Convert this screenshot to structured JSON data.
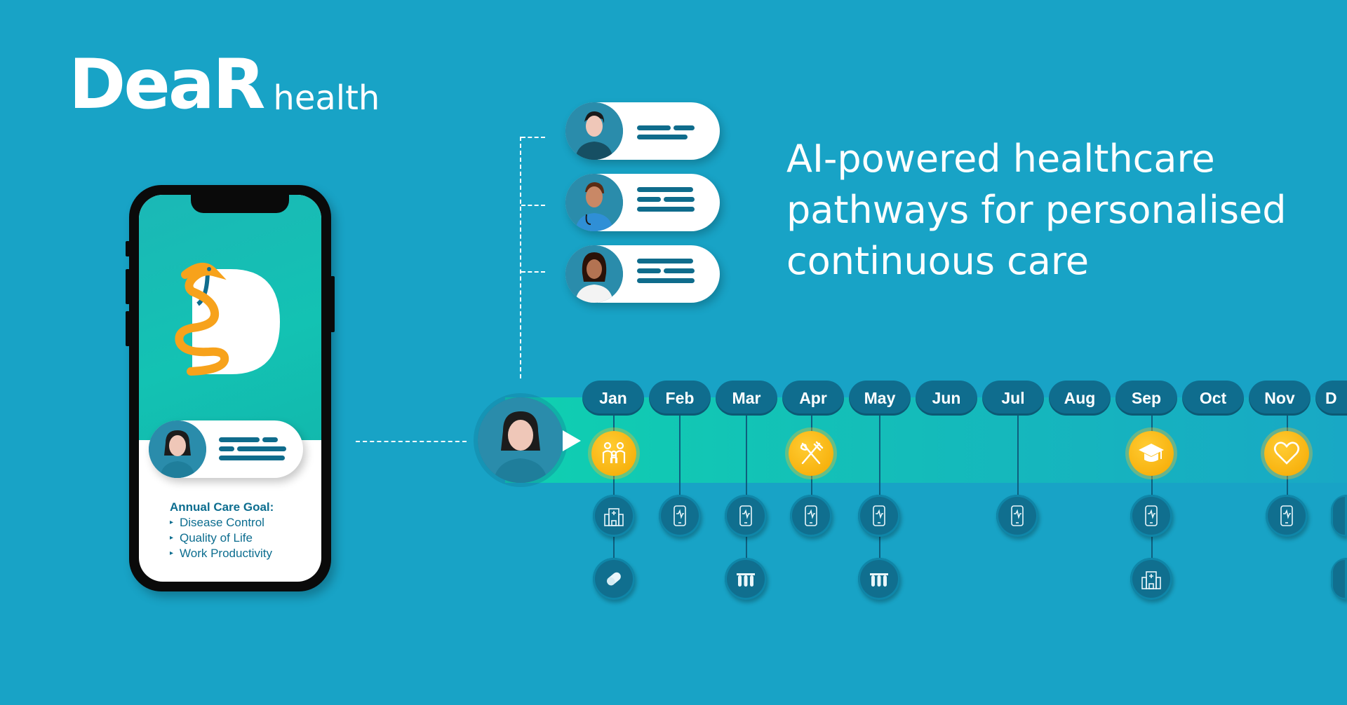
{
  "logo": {
    "brand": "DeaR",
    "sub": "health"
  },
  "headline": {
    "lines": [
      "AI-powered healthcare",
      "pathways for personalised",
      "continuous care"
    ]
  },
  "phone": {
    "goal_title": "Annual Care Goal:",
    "goals": [
      "Disease Control",
      "Quality of Life",
      "Work Productivity"
    ]
  },
  "timeline": {
    "months": [
      "Jan",
      "Feb",
      "Mar",
      "Apr",
      "May",
      "Jun",
      "Jul",
      "Aug",
      "Sep",
      "Oct",
      "Nov",
      "D"
    ]
  },
  "colors": {
    "background": "#18a3c6",
    "accent_gold": "#f5a800",
    "dark_teal": "#0f6d8e",
    "band_green": "#0fd0b0"
  },
  "icons": {
    "milestones": [
      "family-icon",
      "diet-icon",
      "education-icon",
      "heart-icon"
    ],
    "row1": [
      "hospital-icon",
      "phone-heart-icon"
    ],
    "row2": [
      "pill-icon",
      "test-tubes-icon",
      "hospital-icon"
    ]
  }
}
